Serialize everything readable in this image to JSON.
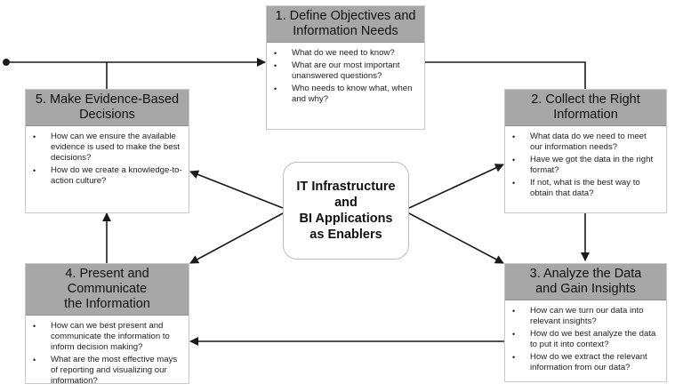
{
  "colors": {
    "header_fill": "#a7a7a7",
    "border": "#c9c9c9",
    "arrow": "#1a1a1a"
  },
  "boxes": [
    {
      "title": [
        "1. Define Objectives and",
        "Information Needs"
      ],
      "bullets": [
        "What do we need to know?",
        "What are our most important unanswered questions?",
        "Who needs to know what, when and why?"
      ]
    },
    {
      "title": [
        "2. Collect the Right",
        "Information"
      ],
      "bullets": [
        "What data do we need to meet our information needs?",
        "Have we got the data in the right format?",
        "If not, what is the best way to obtain that data?"
      ]
    },
    {
      "title": [
        "3. Analyze the Data",
        "and Gain Insights"
      ],
      "bullets": [
        "How can we turn our data into relevant insights?",
        "How do we best analyze the data to put it into context?",
        "How do we extract the relevant information from our data?"
      ]
    },
    {
      "title": [
        "4. Present and Communicate",
        "the Information"
      ],
      "bullets": [
        "How can we best present and communicate the information to inform decision making?",
        "What are the most effective mays of reporting and visualizing our information?"
      ]
    },
    {
      "title": [
        "5. Make Evidence-Based",
        "Decisions"
      ],
      "bullets": [
        "How can we ensure the available evidence is used to make the best decisions?",
        "How do we create a knowledge-to-action culture?"
      ]
    }
  ],
  "center": [
    "IT Infrastructure",
    "and",
    "BI Applications",
    "as Enablers"
  ]
}
